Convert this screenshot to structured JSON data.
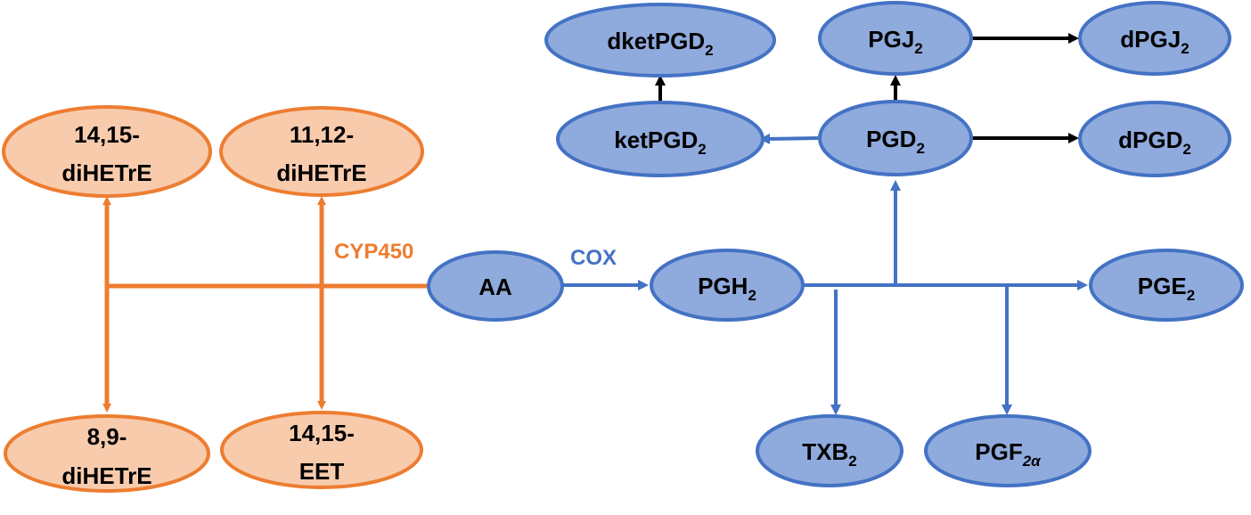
{
  "colors": {
    "orange_fill": "#f8cbad",
    "orange_stroke": "#ed7d31",
    "blue_fill": "#8faadc",
    "blue_stroke": "#4472c4",
    "black": "#000000"
  },
  "enzymes": {
    "cyp450": "CYP450",
    "cox": "COX"
  },
  "nodes": {
    "aa": {
      "main": "AA",
      "sub": ""
    },
    "pgh2": {
      "main": "PGH",
      "sub": "2"
    },
    "pge2": {
      "main": "PGE",
      "sub": "2"
    },
    "txb2": {
      "main": "TXB",
      "sub": "2"
    },
    "pgf2a": {
      "main": "PGF",
      "sub": "2α"
    },
    "pgd2": {
      "main": "PGD",
      "sub": "2"
    },
    "ketpgd2": {
      "main": "ketPGD",
      "sub": "2"
    },
    "dketpgd2": {
      "main": "dketPGD",
      "sub": "2"
    },
    "pgj2": {
      "main": "PGJ",
      "sub": "2"
    },
    "dpgj2": {
      "main": "dPGJ",
      "sub": "2"
    },
    "dpgd2": {
      "main": "dPGD",
      "sub": "2"
    },
    "dihetre_1415": {
      "line1": "14,15-",
      "line2": "diHETrE"
    },
    "dihetre_1112": {
      "line1": "11,12-",
      "line2": "diHETrE"
    },
    "dihetre_89": {
      "line1": "8,9-",
      "line2": "diHETrE"
    },
    "eet_1415": {
      "line1": "14,15-",
      "line2": "EET"
    }
  }
}
